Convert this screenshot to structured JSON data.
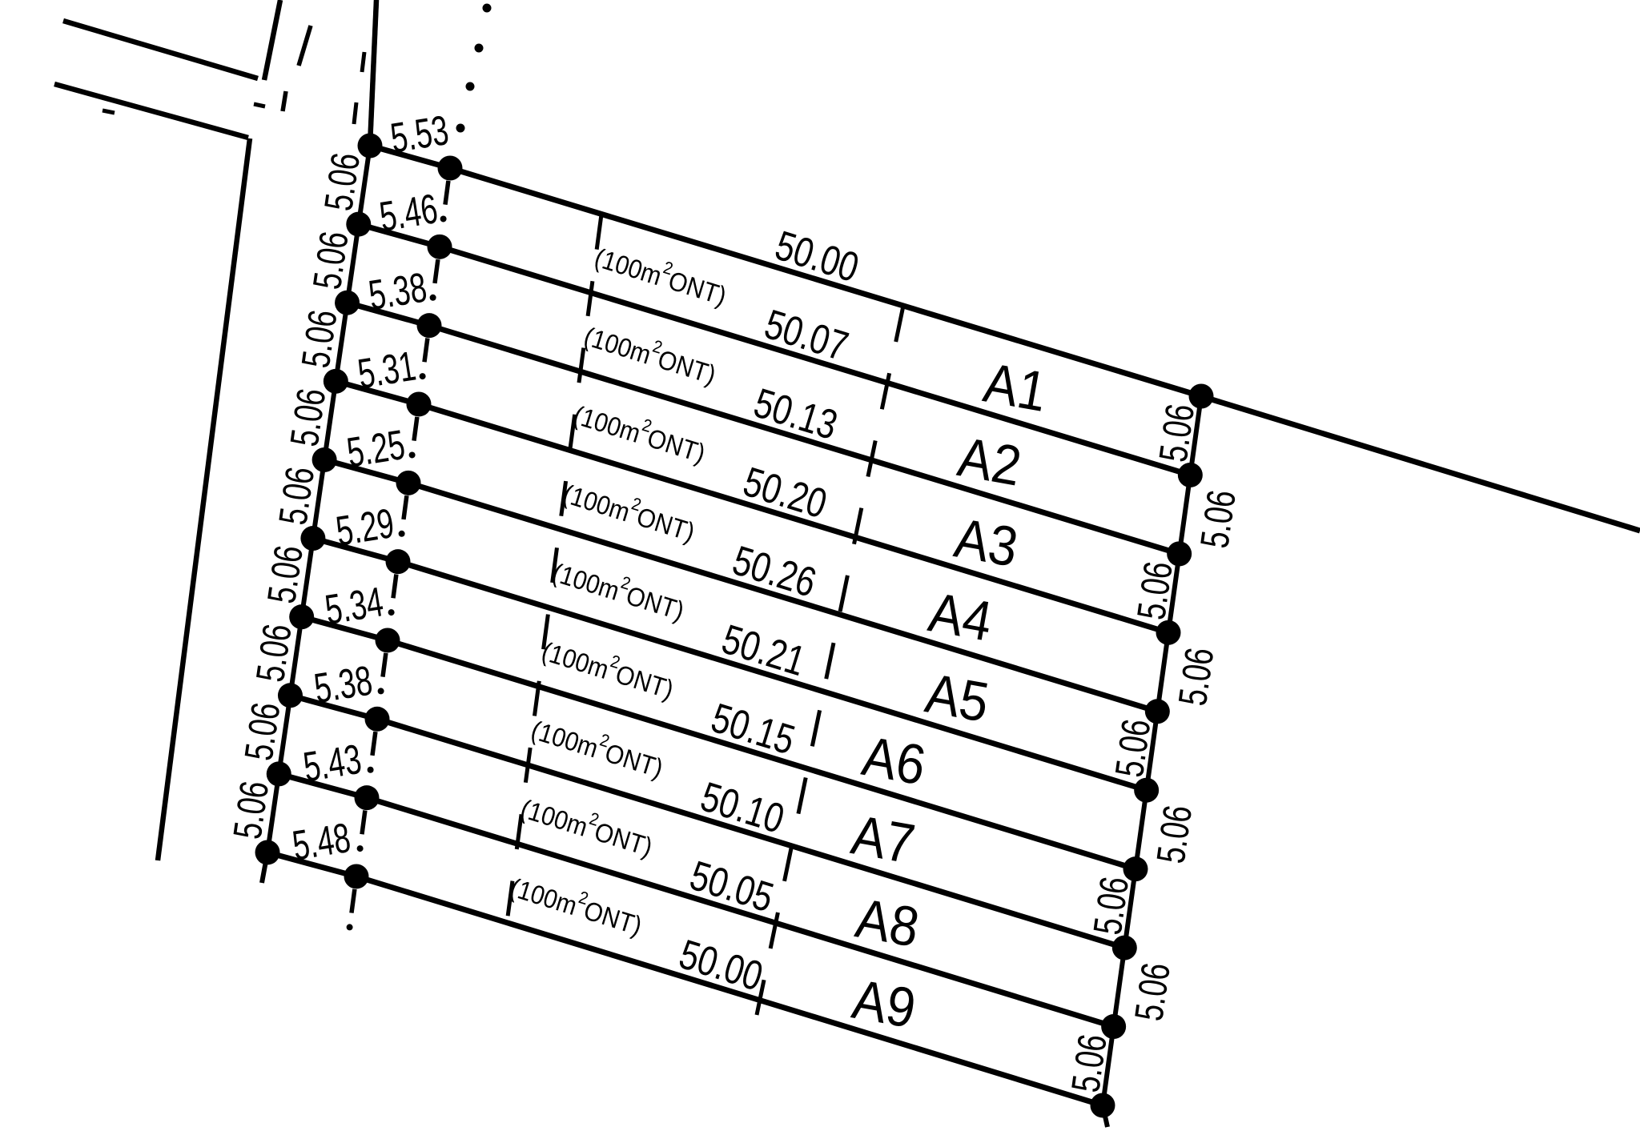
{
  "plan": {
    "background_color": "#ffffff",
    "line_color": "#000000",
    "boundary_lines": [
      {
        "length": "50.00",
        "frontage": "5.53"
      },
      {
        "length": "50.07",
        "frontage": "5.46"
      },
      {
        "length": "50.13",
        "frontage": "5.38"
      },
      {
        "length": "50.20",
        "frontage": "5.31"
      },
      {
        "length": "50.26",
        "frontage": "5.25"
      },
      {
        "length": "50.21",
        "frontage": "5.29"
      },
      {
        "length": "50.15",
        "frontage": "5.34"
      },
      {
        "length": "50.10",
        "frontage": "5.38"
      },
      {
        "length": "50.05",
        "frontage": "5.43"
      },
      {
        "length": "50.00",
        "frontage": "5.48"
      }
    ],
    "parcels": [
      {
        "id": "A1",
        "area_label": "(100m²ONT)",
        "area_prefix": "(100m",
        "area_sup": "2",
        "area_suffix": "ONT)"
      },
      {
        "id": "A2",
        "area_label": "(100m²ONT)",
        "area_prefix": "(100m",
        "area_sup": "2",
        "area_suffix": "ONT)"
      },
      {
        "id": "A3",
        "area_label": "(100m²ONT)",
        "area_prefix": "(100m",
        "area_sup": "2",
        "area_suffix": "ONT)"
      },
      {
        "id": "A4",
        "area_label": "(100m²ONT)",
        "area_prefix": "(100m",
        "area_sup": "2",
        "area_suffix": "ONT)"
      },
      {
        "id": "A5",
        "area_label": "(100m²ONT)",
        "area_prefix": "(100m",
        "area_sup": "2",
        "area_suffix": "ONT)"
      },
      {
        "id": "A6",
        "area_label": "(100m²ONT)",
        "area_prefix": "(100m",
        "area_sup": "2",
        "area_suffix": "ONT)"
      },
      {
        "id": "A7",
        "area_label": "(100m²ONT)",
        "area_prefix": "(100m",
        "area_sup": "2",
        "area_suffix": "ONT)"
      },
      {
        "id": "A8",
        "area_label": "(100m²ONT)",
        "area_prefix": "(100m",
        "area_sup": "2",
        "area_suffix": "ONT)"
      },
      {
        "id": "A9",
        "area_label": "(100m²ONT)",
        "area_prefix": "(100m",
        "area_sup": "2",
        "area_suffix": "ONT)"
      }
    ],
    "left_edge_intervals": [
      "5.06",
      "5.06",
      "5.06",
      "5.06",
      "5.06",
      "5.06",
      "5.06",
      "5.06",
      "5.06"
    ],
    "right_edge_intervals": [
      "5.06",
      "5.06",
      "5.06",
      "5.06",
      "5.06",
      "5.06",
      "5.06",
      "5.06",
      "5.06"
    ]
  }
}
